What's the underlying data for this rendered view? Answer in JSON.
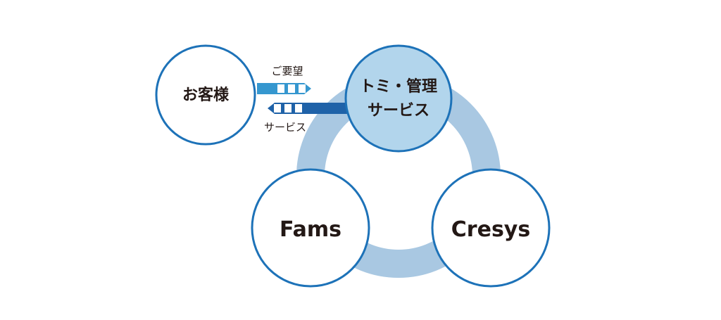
{
  "diagram": {
    "colors": {
      "ring": "#a9c8e2",
      "circle_stroke": "#1d72b8",
      "circle_fill": "#ffffff",
      "hub_fill": "#b2d5ec",
      "request_arrow": "#3597cf",
      "service_arrow": "#1f62a8",
      "text": "#231815"
    },
    "nodes": {
      "customer": {
        "label": "お客様"
      },
      "hub": {
        "line1": "トミ・管理",
        "line2": "サービス"
      },
      "fams": {
        "label": "Fams"
      },
      "cresys": {
        "label": "Cresys"
      }
    },
    "arrows": {
      "request": {
        "label": "ご要望",
        "direction": "right"
      },
      "service": {
        "label": "サービス",
        "direction": "left"
      }
    }
  }
}
